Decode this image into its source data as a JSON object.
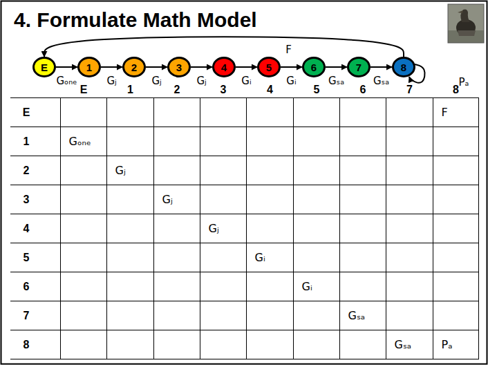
{
  "diagram": {
    "title": "4. Formulate Math Model",
    "nodes": [
      {
        "text": [
          "E"
        ]
      },
      {
        "text": [
          "1"
        ]
      },
      {
        "text": [
          "2"
        ]
      },
      {
        "text": [
          "3"
        ]
      },
      {
        "text": [
          "4"
        ]
      },
      {
        "text": [
          "5"
        ]
      },
      {
        "text": [
          "6"
        ]
      },
      {
        "text": [
          "7"
        ]
      },
      {
        "text": [
          "8"
        ]
      }
    ],
    "edges": [
      {
        "from": 0,
        "to": 1,
        "arrow": "to",
        "label": "Gₒₙₑ"
      },
      {
        "from": 1,
        "to": 2,
        "arrow": "to",
        "label": "Gⱼ"
      },
      {
        "from": 2,
        "to": 3,
        "arrow": "to",
        "label": "Gⱼ"
      },
      {
        "from": 3,
        "to": 4,
        "arrow": "to",
        "label": "Gⱼ"
      },
      {
        "from": 4,
        "to": 5,
        "arrow": "to",
        "label": "Gᵢ"
      },
      {
        "from": 5,
        "to": 6,
        "arrow": "to",
        "label": "Gᵢ"
      },
      {
        "from": 6,
        "to": 7,
        "arrow": "to",
        "label": "Gₛₐ"
      },
      {
        "from": 7,
        "to": 8,
        "arrow": "to",
        "label": "Gₛₐ"
      },
      {
        "from": 8,
        "to": 0,
        "arrow": "to",
        "label": "F"
      },
      {
        "from": 8,
        "to": 8,
        "arrow": "to",
        "label": "Pₐ"
      }
    ],
    "labels": [
      "E",
      "1",
      "2",
      "3",
      "4",
      "5",
      "6",
      "7",
      "8",
      "E",
      "F",
      "1",
      "Gₒₙₑ",
      "2",
      "Gⱼ",
      "3",
      "Gⱼ",
      "4",
      "Gⱼ",
      "5",
      "Gᵢ",
      "6",
      "Gᵢ",
      "7",
      "Gₛₐ",
      "8",
      "Gₛₐ",
      "Pₐ"
    ]
  }
}
